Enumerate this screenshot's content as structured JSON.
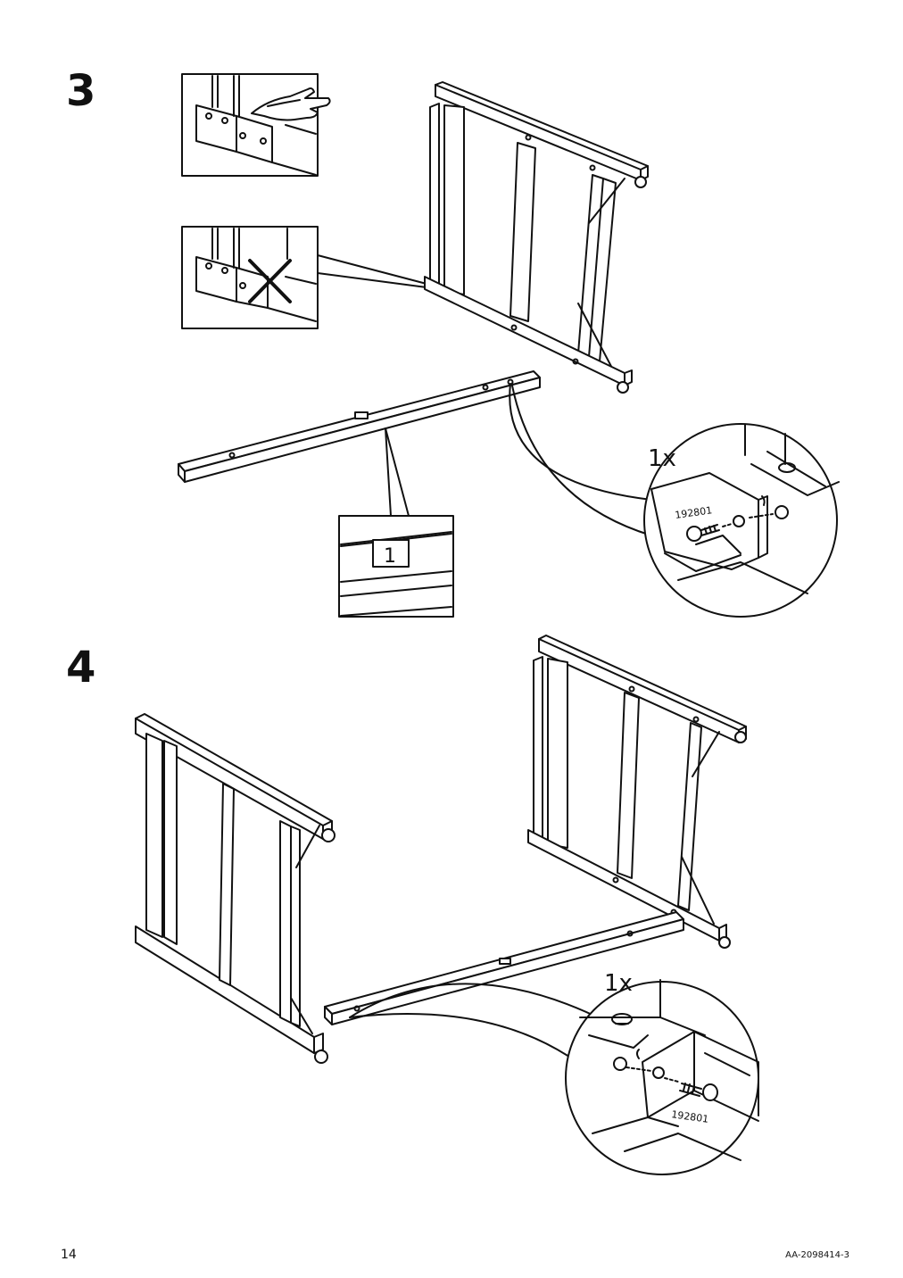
{
  "steps": [
    {
      "number": "3",
      "quantity": "1x",
      "part_number": "192801",
      "label_box": "1"
    },
    {
      "number": "4",
      "quantity": "1x",
      "part_number": "192801"
    }
  ],
  "footer": {
    "page_number": "14",
    "document_id": "AA-2098414-3"
  }
}
